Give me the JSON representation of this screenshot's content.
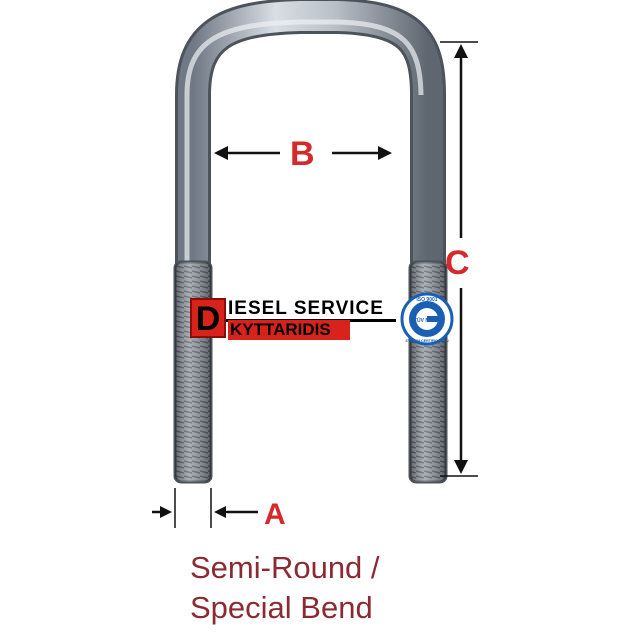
{
  "dimensions": {
    "a_label": "A",
    "b_label": "B",
    "c_label": "C"
  },
  "watermark": {
    "logo_initial": "D",
    "line1": "IESEL SERVICE",
    "line2": "KYTTARIDIS",
    "cert_text": [
      "ISO 9001",
      "TÜV NORD",
      "SYSTEM CERTIFICATION"
    ]
  },
  "caption": {
    "line1": "Semi-Round /",
    "line2": "Special Bend"
  },
  "colors": {
    "label_red": "#d42a2a",
    "caption_maroon": "#8c2a33",
    "logo_red": "#d8221c",
    "cert_blue": "#1a5fb4"
  }
}
